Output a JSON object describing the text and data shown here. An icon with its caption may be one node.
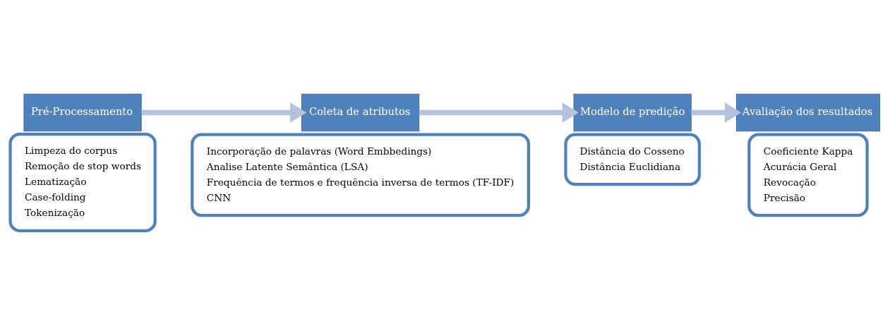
{
  "diagram": {
    "nodes": [
      {
        "text": [
          "Pré-Processamento"
        ]
      },
      {
        "text": [
          "Limpeza do corpus",
          "Remoção de stop words",
          "Lematização",
          "Case-folding",
          "Tokenização"
        ]
      },
      {
        "text": [
          "Coleta de atributos"
        ]
      },
      {
        "text": [
          "Incorporação de palavras (Word Embbedings)",
          "Analise Latente Semântica (LSA)",
          "Frequência de termos e frequência inversa de termos (TF-IDF)",
          "CNN"
        ]
      },
      {
        "text": [
          "Modelo de predição"
        ]
      },
      {
        "text": [
          "Distância do Cosseno",
          "Distância Euclidiana"
        ]
      },
      {
        "text": [
          "Avaliação dos resultados"
        ]
      },
      {
        "text": [
          "Coeficiente Kappa",
          "Acurácia Geral",
          "Revocação",
          "Precisão"
        ]
      }
    ],
    "edges": [
      {
        "from": 0,
        "to": 2,
        "arrow": "to"
      },
      {
        "from": 2,
        "to": 4,
        "arrow": "to"
      },
      {
        "from": 4,
        "to": 6,
        "arrow": "to"
      }
    ]
  }
}
